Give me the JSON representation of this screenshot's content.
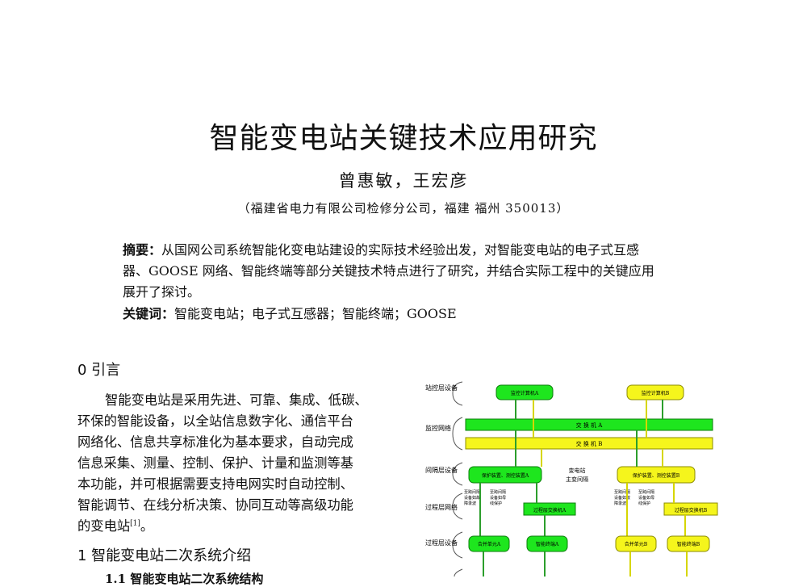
{
  "title": "智能变电站关键技术应用研究",
  "authors": "曾惠敏，王宏彦",
  "affiliation": "（福建省电力有限公司检修分公司，福建 福州 350013）",
  "abstract": {
    "label": "摘要：",
    "lines": [
      "从国网公司系统智能化变电站建设的实际技术经验出发，对智能变电站的电子式互感",
      "器、GOOSE 网络、智能终端等部分关键技术特点进行了研究，并结合实际工程中的关键应用",
      "展开了探讨。"
    ]
  },
  "keywords": {
    "label": "关键词：",
    "text": "智能变电站；电子式互感器；智能终端；GOOSE"
  },
  "section0": {
    "heading": "0 引言",
    "lines": [
      "智能变电站是采用先进、可靠、集成、低碳、",
      "环保的智能设备，以全站信息数字化、通信平台",
      "网络化、信息共享标准化为基本要求，自动完成",
      "信息采集、测量、控制、保护、计量和监测等基",
      "本功能，并可根据需要支持电网实时自动控制、",
      "智能调节、在线分析决策、协同互动等高级功能",
      "的变电站"
    ],
    "citation": "[1]",
    "end_mark": "。"
  },
  "section1": {
    "heading": "1 智能变电站二次系统介绍",
    "subheading": "1.1 智能变电站二次系统结构"
  },
  "figure": {
    "layers": [
      "站控层设备",
      "监控网络",
      "间隔层设备",
      "过程层网络",
      "过程层设备"
    ],
    "monitor_a": "监控计算机A",
    "monitor_b": "监控计算机B",
    "switch_a": "交 换 机 A",
    "switch_b": "交 换 机 B",
    "prot_a": "保护装置、测控装置A",
    "prot_b": "保护装置、测控装置B",
    "bay_label": "变电站主变间隔",
    "note_a1": "至跨间隔设备如故障录波",
    "note_a2": "至跨间隔设备如母线保护",
    "note_b1": "至跨间隔设备如故障录波",
    "note_b2": "至跨间隔设备如母线保护",
    "proc_switch_a": "过程层交换机A",
    "proc_switch_b": "过程层交换机B",
    "merge_a": "合并单元A",
    "merge_b": "合并单元B",
    "term_a": "智能终端A",
    "term_b": "智能终端B",
    "colors": {
      "green": "#1ee61e",
      "yellow": "#f5f51c",
      "arrow": "#2c9e2c"
    }
  }
}
